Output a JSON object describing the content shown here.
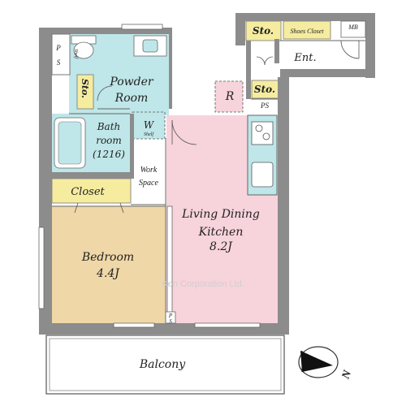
{
  "rooms": {
    "sto_top": "Sto.",
    "shoes_closet": "Shoes Closet",
    "mb": "MB",
    "ent": "Ent.",
    "sto_mid": "Sto.",
    "ps_mid": "PS",
    "ps_left_p": "P",
    "ps_left_s": "S",
    "shelf_top": "Shelf",
    "sto_left": "Sto.",
    "powder_1": "Powder",
    "powder_2": "Room",
    "w": "W",
    "w_shelf": "Shelf",
    "r": "R",
    "bath_1": "Bath",
    "bath_2": "room",
    "bath_3": "(1216)",
    "work_1": "Work",
    "work_2": "Space",
    "closet": "Closet",
    "ldk_1": "Living Dining",
    "ldk_2": "Kitchen",
    "ldk_3": "8.2J",
    "bed_1": "Bedroom",
    "bed_2": "4.4J",
    "ps_bottom_p": "P",
    "ps_bottom_s": "S",
    "balcony": "Balcony"
  },
  "watermark": "Ken Corporation Ltd.",
  "compass": {
    "letter": "N",
    "icon": "north-arrow-icon"
  },
  "colors": {
    "wall": "#8c8c8c",
    "bath": "#bfe6e8",
    "ldk": "#f7d3dc",
    "bedroom": "#efd7a7",
    "closet": "#f5eca0",
    "storage": "#f5eca0",
    "kitchen": "#bfe6e8"
  }
}
